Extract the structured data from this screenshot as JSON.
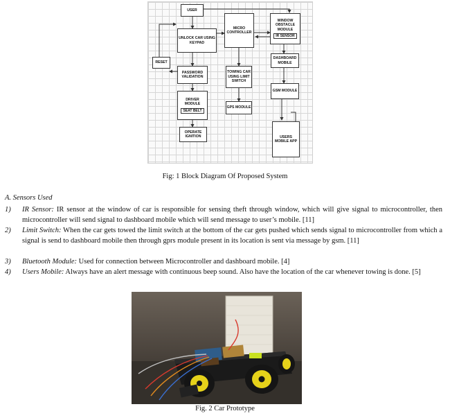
{
  "figure1": {
    "blocks": {
      "user": "USER",
      "unlock": "UNLOCK CAR USING KEYPAD",
      "micro": "MICRO CONTROLLER",
      "window": "WINDOW OBSTACLE MODULE",
      "window_sub": "IR SENSOR",
      "reset": "RESET",
      "password": "PASSWORD VALIDATION",
      "towing": "TOWING CAR USING LIMIT SWITCH",
      "dashboard": "DASHBOARD MOBILE",
      "gsm": "GSM MODULE",
      "driver": "DRIVER MODULE",
      "driver_sub": "SEAT BELT",
      "gps": "GPS MODULE",
      "ignition": "OPERATE IGNITION",
      "app": "USERS MOBILE APP"
    },
    "caption": "Fig: 1 Block Diagram Of Proposed System"
  },
  "section": {
    "heading": "A.   Sensors Used",
    "items": [
      {
        "num": "1)",
        "term": "IR Sensor:",
        "text": " IR sensor at the window of car is responsible for sensing theft through window, which will give signal to microcontroller, then microcontroller will send signal to dashboard mobile which will send message to user’s mobile. [11]"
      },
      {
        "num": "2)",
        "term": "Limit Switch:",
        "text": " When the car gets towed the limit switch at  the bottom of the car gets pushed which sends signal to microcontroller from which a signal is send to dashboard mobile then through gprs module present in its location is sent via message by gsm. [11]"
      },
      {
        "num": "3)",
        "term": "Bluetooth Module:",
        "text": " Used for connection between  Microcontroller and dashboard mobile. [4]"
      },
      {
        "num": "4)",
        "term": "Users Mobile:",
        "text": " Always have an alert message with continuous beep sound. Also have the location of the car whenever towing is done. [5]"
      }
    ]
  },
  "figure2": {
    "caption": "Fig. 2 Car Prototype",
    "colors": {
      "wheel_hub": "#e6d21a",
      "chassis": "#1a1a1a",
      "background": "#3a3530"
    }
  }
}
